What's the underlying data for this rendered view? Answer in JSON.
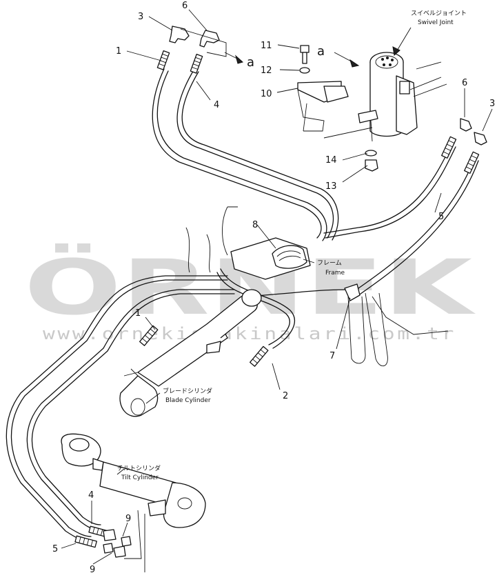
{
  "parts": {
    "swivel_joint": {
      "jp": "スイベルジョイント",
      "en": "Swivel Joint"
    },
    "frame": {
      "jp": "フレーム",
      "en": "Frame"
    },
    "blade_cylinder": {
      "jp": "ブレードシリンダ",
      "en": "Blade Cylinder"
    },
    "tilt_cylinder": {
      "jp": "チルトシリンダ",
      "en": "Tilt Cylinder"
    }
  },
  "callouts": {
    "c1a": "1",
    "c1b": "1",
    "c2": "2",
    "c3a": "3",
    "c3b": "3",
    "c4a": "4",
    "c4b": "4",
    "c5a": "5",
    "c5b": "5",
    "c6a": "6",
    "c6b": "6",
    "c7": "7",
    "c8": "8",
    "c9a": "9",
    "c9b": "9",
    "c10": "10",
    "c11": "11",
    "c12": "12",
    "c13": "13",
    "c14": "14"
  },
  "view_markers": {
    "a1": "a",
    "a2": "a"
  },
  "watermark": {
    "brand": "ÖRNEK",
    "url": "www.ornekismakinalari.com.tr"
  }
}
